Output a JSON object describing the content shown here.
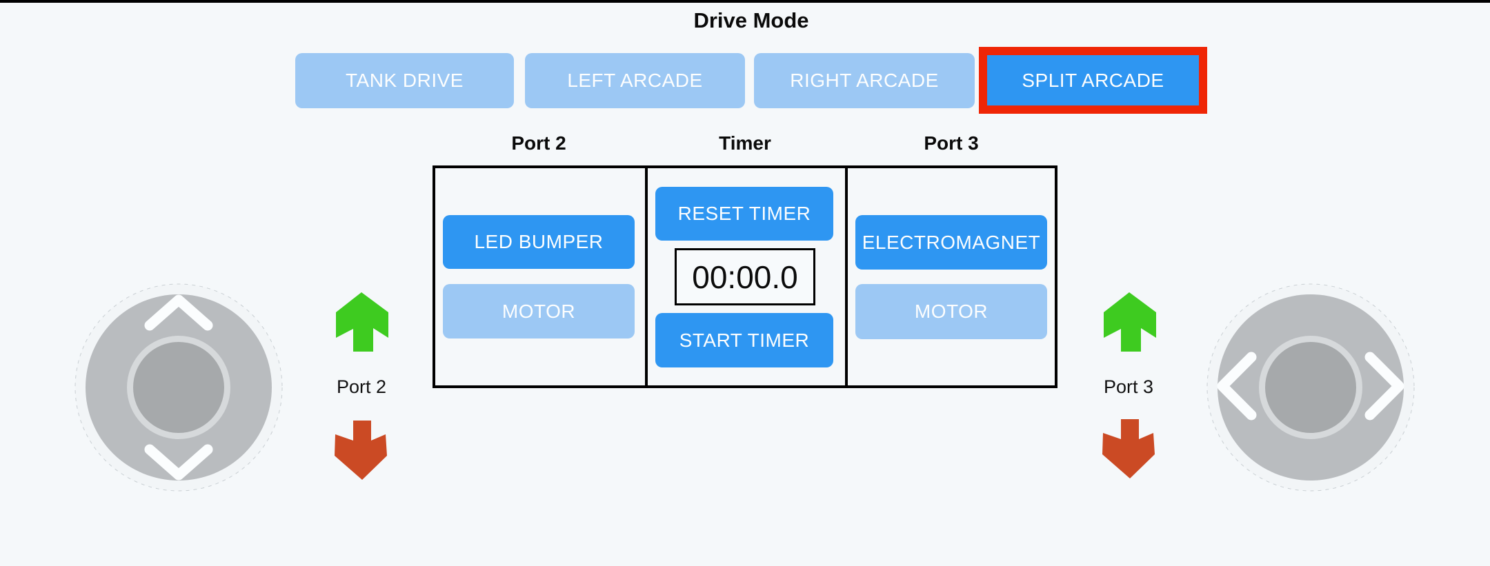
{
  "app": {
    "background_color": "#f5f8fa",
    "top_bar_color": "#000000"
  },
  "colors": {
    "primary_blue": "#2e96f2",
    "inactive_light_blue": "#9cc8f4",
    "selection_border_red": "#ef2606",
    "green_arrow": "#3ecb20",
    "red_arrow": "#cb4a24",
    "table_border": "#000000"
  },
  "drive_mode": {
    "title": "Drive Mode",
    "options": [
      {
        "label": "TANK DRIVE",
        "selected": false
      },
      {
        "label": "LEFT ARCADE",
        "selected": false
      },
      {
        "label": "RIGHT ARCADE",
        "selected": false
      },
      {
        "label": "SPLIT ARCADE",
        "selected": true
      }
    ]
  },
  "panel": {
    "headers": {
      "left": "Port 2",
      "middle": "Timer",
      "right": "Port 3"
    },
    "port2": {
      "buttons": [
        {
          "label": "LED BUMPER",
          "active": true
        },
        {
          "label": "MOTOR",
          "active": false
        }
      ]
    },
    "timer": {
      "reset_label": "RESET TIMER",
      "display_value": "00:00.0",
      "start_label": "START TIMER"
    },
    "port3": {
      "buttons": [
        {
          "label": "ELECTROMAGNET",
          "active": true
        },
        {
          "label": "MOTOR",
          "active": false
        }
      ]
    }
  },
  "left_control": {
    "port_label": "Port 2",
    "up_arrow_icon": "green-up-arrow",
    "down_arrow_icon": "red-down-arrow",
    "joystick_axis": "vertical"
  },
  "right_control": {
    "port_label": "Port 3",
    "up_arrow_icon": "green-up-arrow",
    "down_arrow_icon": "red-down-arrow",
    "joystick_axis": "horizontal"
  }
}
